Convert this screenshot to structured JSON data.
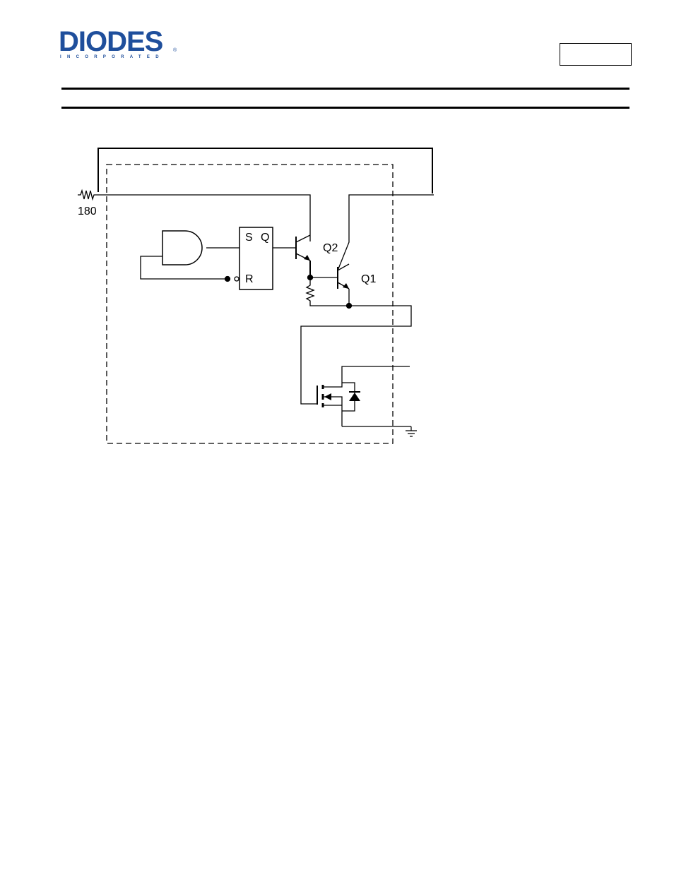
{
  "header": {
    "logo_text": "DIODES",
    "logo_subtitle": "INCORPORATED",
    "logo_registered": "®",
    "part_number": ""
  },
  "diagram": {
    "resistor_value": "180",
    "transistor_q2": "Q2",
    "transistor_q1": "Q1",
    "latch_set": "S",
    "latch_output": "Q",
    "latch_reset": "R"
  }
}
